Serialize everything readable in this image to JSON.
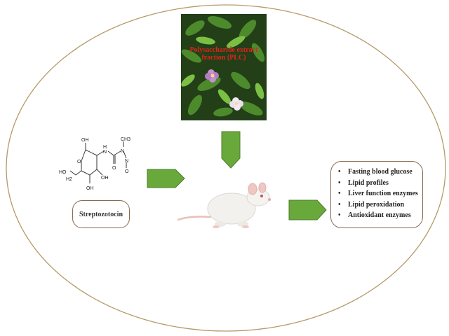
{
  "plant": {
    "label_line1": "Polysaccharide extract",
    "label_line2": "fraction (PLC)"
  },
  "compound": {
    "name": "Streptozotocin",
    "atoms": {
      "oh_top": "OH",
      "nh": "N",
      "h": "H",
      "carbonyl_o": "O",
      "methyl": "CH3",
      "nitroso_n": "N",
      "n_nitroso": "N",
      "nitroso_o": "O",
      "ho": "HO",
      "h2": "H2",
      "ring_o": "O",
      "oh_bottom": "OH",
      "oh_right": "OH"
    }
  },
  "outcomes": [
    "Fasting blood glucose",
    "Lipid profiles",
    "Liver function enzymes",
    "Lipid peroxidation",
    "Antioxidant enzymes"
  ],
  "colors": {
    "arrow": "#69a83b",
    "arrow_border": "#4f7d2d",
    "ellipse_border": "#b59a68",
    "box_border": "#8a6a50",
    "plant_label": "#e2231a"
  }
}
